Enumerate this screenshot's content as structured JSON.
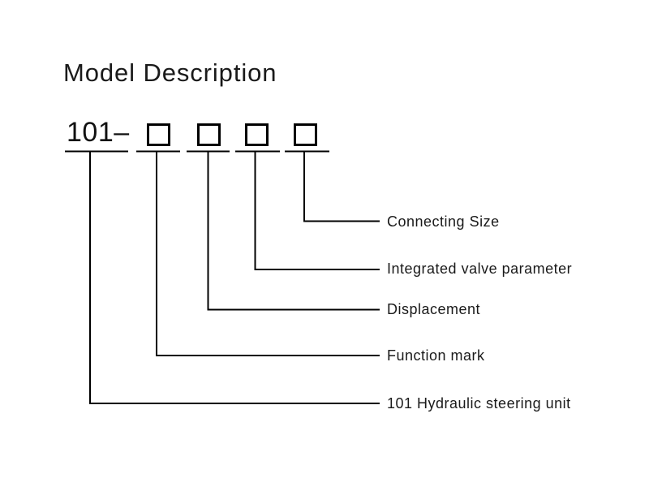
{
  "title": "Model Description",
  "model_code": {
    "prefix": "101–",
    "placeholder_box_count": 4
  },
  "legend": {
    "items": [
      {
        "label": "Connecting Size",
        "connects_to": "box-4"
      },
      {
        "label": "Integrated valve parameter",
        "connects_to": "box-3"
      },
      {
        "label": "Displacement",
        "connects_to": "box-2"
      },
      {
        "label": "Function mark",
        "connects_to": "box-1"
      },
      {
        "label": "101 Hydraulic steering unit",
        "connects_to": "prefix-101"
      }
    ]
  },
  "colors": {
    "background": "#ffffff",
    "line": "#000000",
    "text": "#1a1a1a"
  }
}
